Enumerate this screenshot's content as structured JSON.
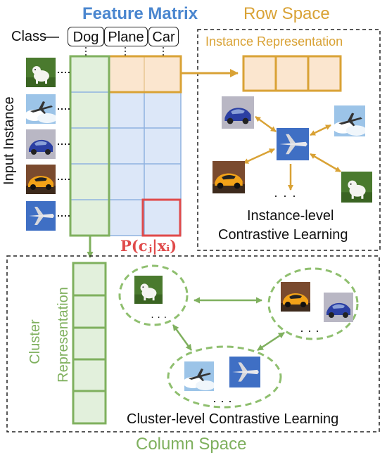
{
  "titles": {
    "feature_matrix": "Feature Matrix",
    "row_space": "Row Space",
    "column_space": "Column Space"
  },
  "class_label": "Class",
  "classes": [
    "Dog",
    "Plane",
    "Car"
  ],
  "input_instance_label": "Input Instance",
  "instance_representation_label": "Instance Representation",
  "instance_level_label_line1": "Instance-level",
  "instance_level_label_line2": "Contrastive Learning",
  "cluster_representation_line1": "Cluster",
  "cluster_representation_line2": "Representation",
  "cluster_level_label": "Cluster-level Contrastive Learning",
  "probability_label": "P(cⱼ|xᵢ)",
  "ellipsis": "· · ·",
  "icons": {
    "input_instances": [
      "dog-photo-icon",
      "airplane-photo-icon",
      "blue-car-photo-icon",
      "orange-car-photo-icon",
      "airplane-photo-icon"
    ],
    "instance_graph": [
      "blue-car-photo-icon",
      "airplane-photo-icon",
      "airplane-photo-icon",
      "orange-car-photo-icon",
      "dog-photo-icon"
    ],
    "clusters": [
      [
        "dog-photo-icon"
      ],
      [
        "orange-car-photo-icon",
        "blue-car-photo-icon"
      ],
      [
        "airplane-photo-icon",
        "airplane-photo-icon"
      ]
    ]
  },
  "colors": {
    "blue": "#4a86cf",
    "orange": "#d9a235",
    "green": "#7fb05e",
    "red": "#e04a4a",
    "matrix_fill": "#dce7f8",
    "green_fill": "#e2f0dc",
    "orange_fill": "#fbe6cf"
  }
}
